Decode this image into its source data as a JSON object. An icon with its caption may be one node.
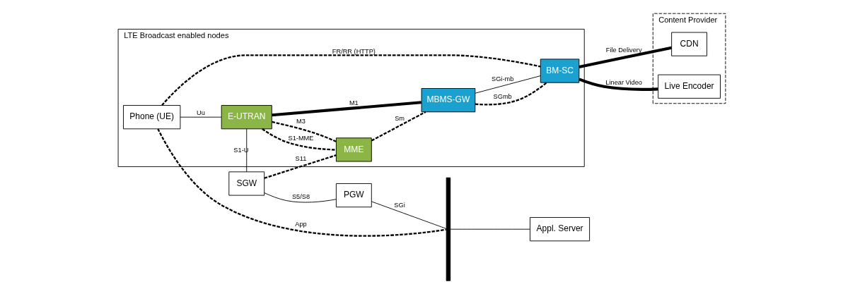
{
  "diagram": {
    "nodes": [
      {
        "text": [
          "LTE Broadcast enabled nodes"
        ]
      },
      {
        "text": [
          "Phone (UE)"
        ],
        "in": 0
      },
      {
        "text": [
          "E-UTRAN"
        ],
        "in": 0
      },
      {
        "text": [
          "MME"
        ],
        "in": 0
      },
      {
        "text": [
          "MBMS-GW"
        ],
        "in": 0
      },
      {
        "text": [
          "BM-SC"
        ],
        "in": 0
      },
      {
        "text": [
          "SGW"
        ]
      },
      {
        "text": [
          "PGW"
        ]
      },
      {
        "text": [
          "Appl. Server"
        ]
      },
      {
        "text": [],
        "shape": "bar"
      },
      {
        "text": [
          "Content Provider"
        ]
      },
      {
        "text": [
          "CDN"
        ],
        "in": 10
      },
      {
        "text": [
          "Live Encoder"
        ],
        "in": 10
      }
    ],
    "edges": [
      {
        "from": 1,
        "to": 9,
        "arrow": "none",
        "label": "App",
        "style": "dashed"
      },
      {
        "from": 1,
        "to": 5,
        "arrow": "none",
        "label": "FR/RR (HTTP)",
        "style": "dashed"
      },
      {
        "from": 9,
        "to": 8,
        "arrow": "none"
      },
      {
        "from": 1,
        "to": 2,
        "arrow": "none",
        "label": "Uu"
      },
      {
        "from": 2,
        "to": 6,
        "arrow": "none",
        "label": "S1-U"
      },
      {
        "from": 6,
        "to": 7,
        "arrow": "none",
        "label": "S5/S8"
      },
      {
        "from": 7,
        "to": 9,
        "arrow": "none",
        "label": "SGi"
      },
      {
        "from": 6,
        "to": 3,
        "arrow": "none",
        "label": "S11",
        "style": "dashed"
      },
      {
        "from": 2,
        "to": 3,
        "arrow": "none",
        "label": "S1-MME",
        "style": "dashed"
      },
      {
        "from": 2,
        "to": 3,
        "arrow": "none",
        "label": "M3",
        "style": "dashed"
      },
      {
        "from": 3,
        "to": 4,
        "arrow": "none",
        "label": "Sm",
        "style": "dashed"
      },
      {
        "from": 2,
        "to": 4,
        "arrow": "none",
        "label": "M1",
        "style": "thick"
      },
      {
        "from": 4,
        "to": 5,
        "arrow": "none",
        "label": "SGmb",
        "style": "dashed"
      },
      {
        "from": 4,
        "to": 5,
        "arrow": "none",
        "label": "SGi-mb"
      },
      {
        "from": 5,
        "to": 11,
        "arrow": "none",
        "label": "File Delivery",
        "style": "thick"
      },
      {
        "from": 5,
        "to": 12,
        "arrow": "none",
        "label": "Linear Video",
        "style": "thick"
      }
    ]
  }
}
